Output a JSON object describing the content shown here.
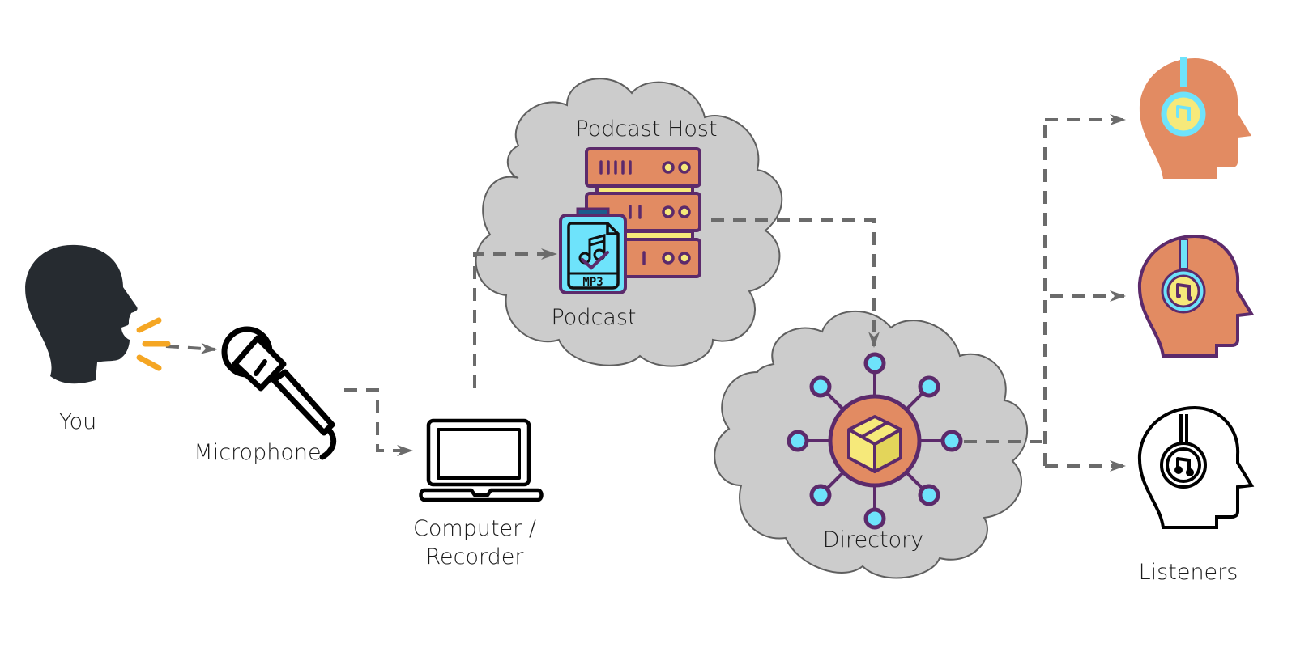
{
  "diagram": {
    "title": "",
    "nodes": {
      "you": {
        "label": "You",
        "icon": "speaking-head-icon"
      },
      "microphone": {
        "label": "Microphone",
        "icon": "microphone-icon"
      },
      "computer": {
        "label_line1": "Computer /",
        "label_line2": "Recorder",
        "icon": "laptop-icon"
      },
      "podcast_host": {
        "label": "Podcast Host",
        "icon": "server-rack-icon"
      },
      "podcast": {
        "label": "Podcast",
        "icon": "mp3-file-icon",
        "file_type": "MP3"
      },
      "directory": {
        "label": "Directory",
        "icon": "network-box-icon"
      },
      "listeners": {
        "label": "Listeners",
        "icons": [
          "listener-flat-icon",
          "listener-filled-outline-icon",
          "listener-line-icon"
        ]
      }
    },
    "edges": [
      {
        "from": "You",
        "to": "Microphone"
      },
      {
        "from": "Microphone",
        "to": "Computer / Recorder"
      },
      {
        "from": "Computer / Recorder",
        "to": "Podcast"
      },
      {
        "from": "Podcast Host",
        "to": "Directory"
      },
      {
        "from": "Directory",
        "to": "Listener 1"
      },
      {
        "from": "Directory",
        "to": "Listener 2"
      },
      {
        "from": "Directory",
        "to": "Listener 3"
      }
    ],
    "colors": {
      "connector": "#6b6b6b",
      "cloud_fill": "#cccccc",
      "head_dark": "#262b30",
      "sound_waves": "#f5a623",
      "orange": "#e28b62",
      "purple": "#5c2a6b",
      "cyan": "#6ee3fb",
      "yellow": "#f6e97a"
    }
  }
}
